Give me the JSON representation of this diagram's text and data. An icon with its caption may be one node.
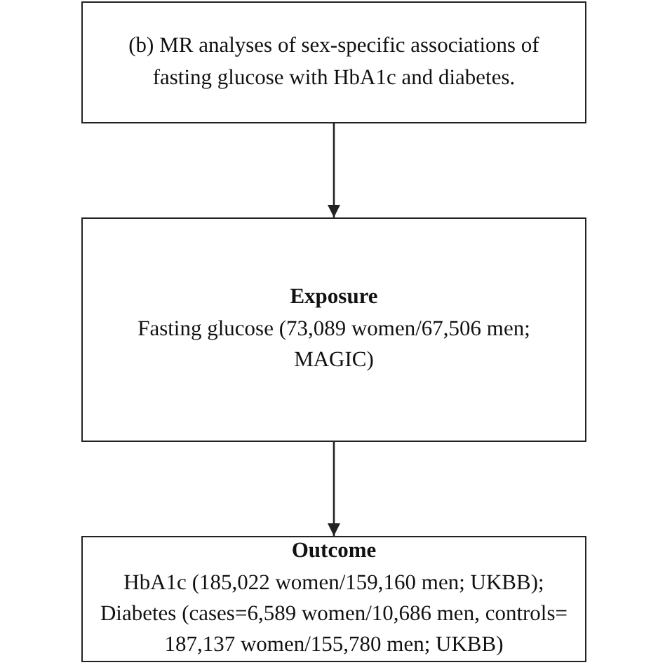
{
  "diagram": {
    "nodes": [
      {
        "text": [
          "(b) MR analyses of sex-specific associations of fasting glucose with HbA1c and diabetes."
        ]
      },
      {
        "text": [
          "Exposure",
          "Fasting glucose (73,089 women/67,506 men; MAGIC)"
        ]
      },
      {
        "text": [
          "Outcome",
          "HbA1c (185,022 women/159,160 men; UKBB);",
          "Diabetes (cases=6,589 women/10,686 men, controls= 187,137 women/155,780 men; UKBB)"
        ]
      }
    ],
    "edges": [
      {
        "from": 0,
        "to": 1,
        "arrow": "to"
      },
      {
        "from": 1,
        "to": 2,
        "arrow": "to"
      }
    ]
  }
}
